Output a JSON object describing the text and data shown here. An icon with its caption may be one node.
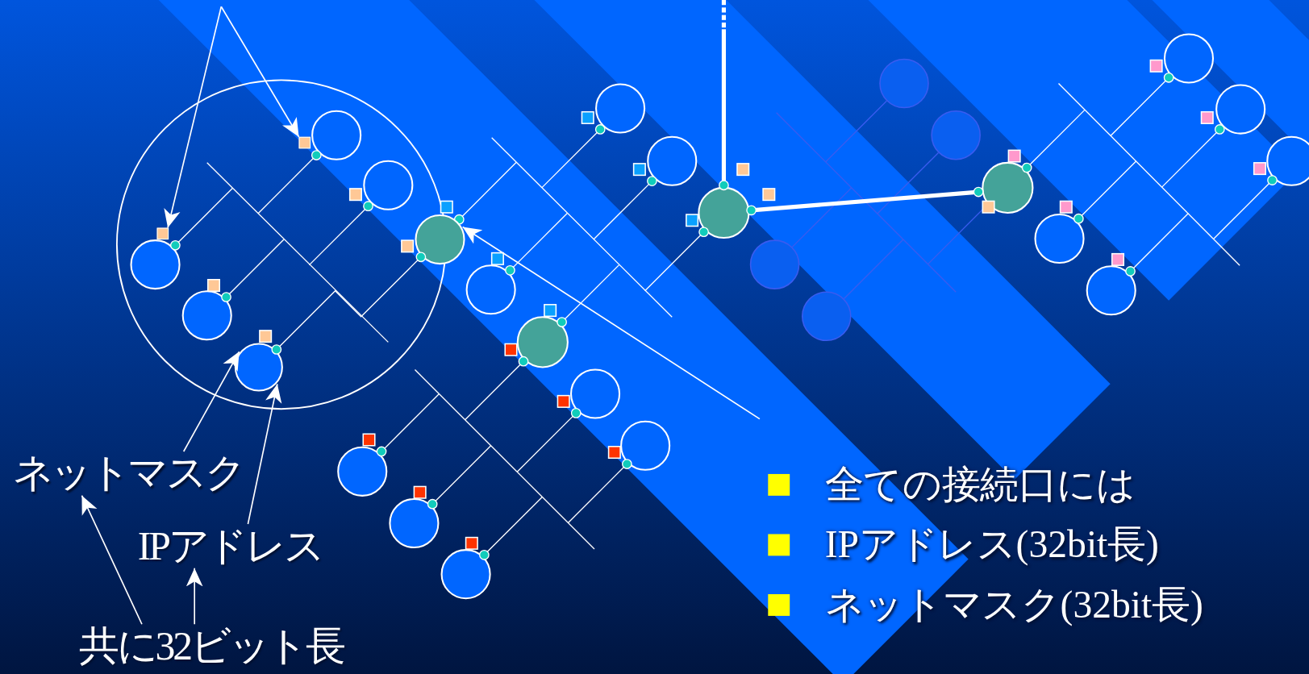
{
  "diagram": {
    "nodes": [
      {
        "text": [
          "ネットマスク"
        ]
      },
      {
        "text": [
          "IPアドレス"
        ]
      },
      {
        "text": [
          "共に32ビット長"
        ]
      },
      {
        "text": [],
        "shape": "circle"
      },
      {
        "text": [],
        "shape": "box"
      },
      {
        "text": [],
        "shape": "box"
      },
      {
        "text": [],
        "shape": "circle"
      }
    ],
    "edges": [
      {
        "from": 2,
        "to": 0,
        "arrow": "to"
      },
      {
        "from": 2,
        "to": 1,
        "arrow": "to"
      },
      {
        "from": 0,
        "to": 3,
        "arrow": "to"
      },
      {
        "from": 1,
        "to": 3,
        "arrow": "to"
      },
      {
        "from": null,
        "to": 5,
        "arrow": "to"
      },
      {
        "from": null,
        "to": 4,
        "arrow": "to"
      },
      {
        "from": null,
        "to": 6,
        "arrow": "to"
      },
      {
        "from": 3,
        "to": 6,
        "arrow": "other"
      }
    ],
    "labels": [
      "全ての接続口には",
      "IPアドレス(32bit長)",
      "ネットマスク(32bit長)"
    ]
  }
}
